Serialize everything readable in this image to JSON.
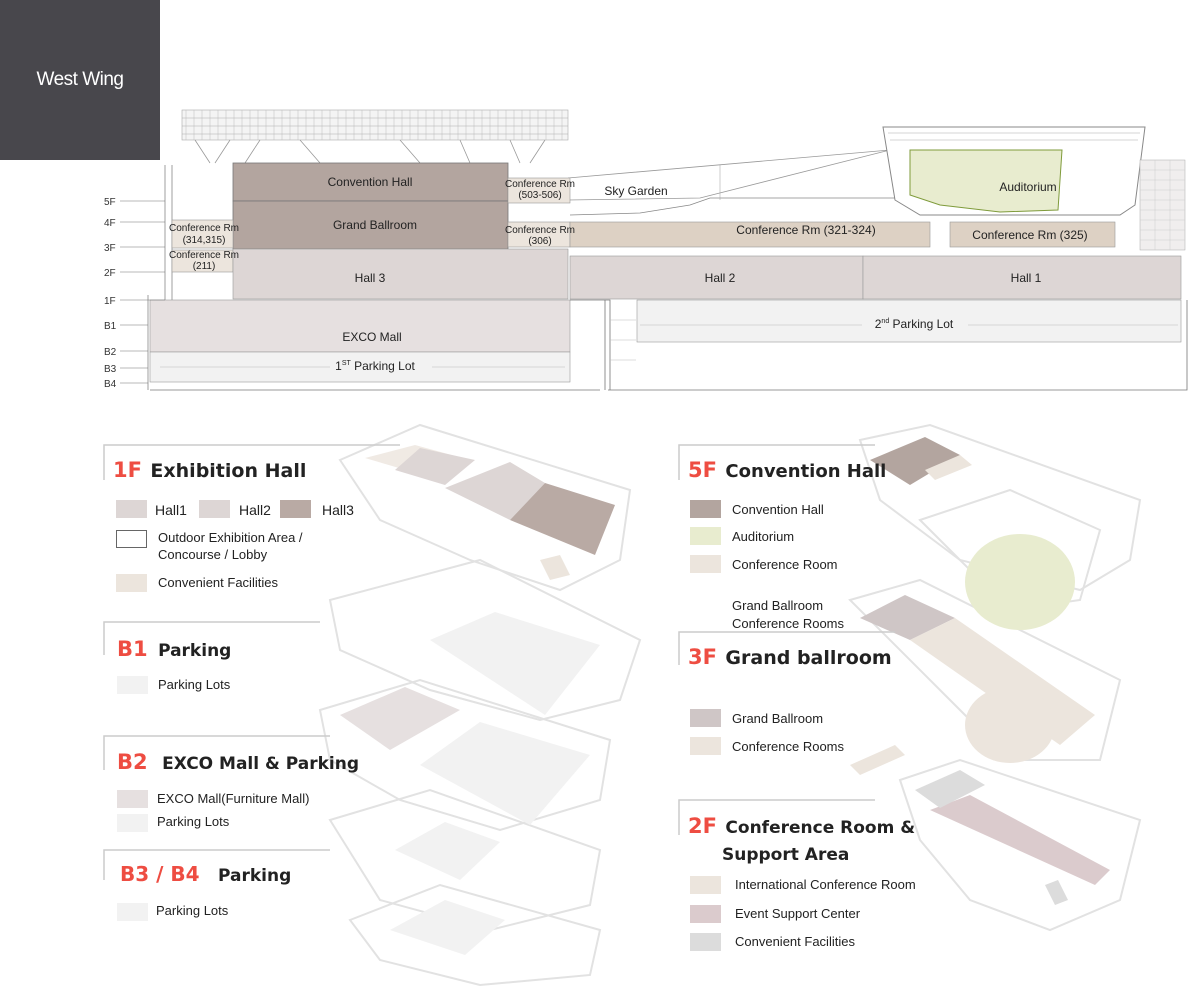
{
  "tab": {
    "label": "West Wing"
  },
  "floors": [
    "5F",
    "4F",
    "3F",
    "2F",
    "1F",
    "B1",
    "B2",
    "B3",
    "B4"
  ],
  "section": {
    "convention_hall": "Convention Hall",
    "conf_503": "Conference Rm",
    "conf_503_sub": "(503-506)",
    "sky_garden": "Sky Garden",
    "auditorium": "Auditorium",
    "conf_314": "Conference Rm",
    "conf_314_sub": "(314,315)",
    "grand_ballroom": "Grand Ballroom",
    "conf_306": "Conference Rm",
    "conf_306_sub": "(306)",
    "conf_321": "Conference Rm (321-324)",
    "conf_325": "Conference Rm (325)",
    "conf_211": "Conference Rm",
    "conf_211_sub": "(211)",
    "hall3": "Hall 3",
    "hall2": "Hall 2",
    "hall1": "Hall 1",
    "exco_mall": "EXCO Mall",
    "parking1_num": "1",
    "parking1_sup": "ST",
    "parking1_rest": " Parking Lot",
    "parking2_num": "2",
    "parking2_sup": "nd",
    "parking2_rest": " Parking Lot"
  },
  "legend_left": {
    "f1": {
      "num": "1F",
      "title": "Exhibition Hall",
      "hall1": "Hall1",
      "hall2": "Hall2",
      "hall3": "Hall3",
      "outdoor1": "Outdoor Exhibition Area /",
      "outdoor2": "Concourse / Lobby",
      "facilities": "Convenient Facilities"
    },
    "b1": {
      "num": "B1",
      "title": "Parking",
      "item": "Parking Lots"
    },
    "b2": {
      "num": "B2",
      "title": "EXCO Mall & Parking",
      "mall": "EXCO Mall(Furniture Mall)",
      "parking": "Parking Lots"
    },
    "b34": {
      "num": "B3 / B4",
      "title": "Parking",
      "item": "Parking Lots"
    }
  },
  "legend_right": {
    "f5": {
      "num": "5F",
      "title": "Convention Hall",
      "hall": "Convention Hall",
      "auditorium": "Auditorium",
      "conf": "Conference Room",
      "gb1": "Grand Ballroom",
      "gb2": "Conference Rooms"
    },
    "f3": {
      "num": "3F",
      "title": "Grand ballroom",
      "gb": "Grand Ballroom",
      "conf": "Conference Rooms"
    },
    "f2": {
      "num": "2F",
      "title1": "Conference Room &",
      "title2": "Support Area",
      "intl": "International Conference Room",
      "event": "Event Support Center",
      "facilities": "Convenient Facilities"
    }
  },
  "colors": {
    "tab_bg": "#48474c",
    "accent": "#ee4d42",
    "hall1": "#ddd6d5",
    "hall2": "#ddd6d5",
    "hall3": "#b9aaa4",
    "convention_hall": "#b3a59f",
    "auditorium": "#e8eccf",
    "conference": "#ece5dd",
    "grand_ballroom": "#cfc6c6",
    "event_support": "#dbcbcd",
    "facilities": "#dcdcdc",
    "parking": "#f2f2f2",
    "mall": "#e6e0e0"
  }
}
